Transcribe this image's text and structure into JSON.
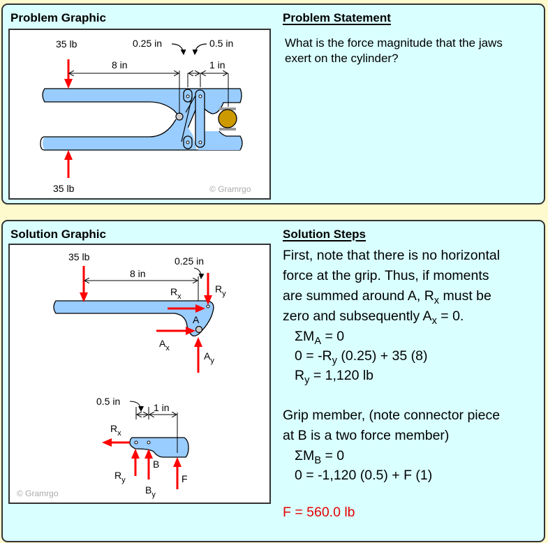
{
  "problem": {
    "graphic_title": "Problem Graphic",
    "statement_title": "Problem Statement",
    "statement_text": "What is the force magnitude that the jaws exert on the cylinder?",
    "watermark": "© Gramrgo",
    "labels": {
      "force_top": "35 lb",
      "force_bottom": "35 lb",
      "dim_8": "8 in",
      "dim_025": "0.25 in",
      "dim_05": "0.5 in",
      "dim_1": "1 in"
    }
  },
  "solution": {
    "graphic_title": "Solution Graphic",
    "steps_title": "Solution Steps",
    "watermark": "© Gramrgo",
    "fbd1": {
      "force": "35 lb",
      "dim_8": "8 in",
      "dim_025": "0.25 in",
      "R": "R",
      "x": "x",
      "y": "y",
      "A": "A"
    },
    "fbd2": {
      "dim_05": "0.5 in",
      "dim_1": "1 in",
      "R": "R",
      "B": "B",
      "F": "F",
      "x": "x",
      "y": "y"
    },
    "steps": {
      "p1_line1": "First, note that there is no horizontal",
      "p1_line2": "force at the grip. Thus, if moments",
      "p1_line3a": "are summed around A, R",
      "p1_line3sub": "x",
      "p1_line3b": " must be",
      "p1_line4a": "zero and subsequently A",
      "p1_line4sub": "x",
      "p1_line4b": " = 0.",
      "eq1a": "ΣM",
      "eq1sub": "A",
      "eq1b": " = 0",
      "eq2a": "0 = -R",
      "eq2sub": "y",
      "eq2b": " (0.25) + 35 (8)",
      "eq3a": "R",
      "eq3sub": "y",
      "eq3b": " = 1,120 lb",
      "p2_line1": "Grip member, (note connector piece",
      "p2_line2": "at B is a two force member)",
      "eq4a": "ΣM",
      "eq4sub": "B",
      "eq4b": " = 0",
      "eq5": "0 = -1,120 (0.5) + F (1)",
      "answer": "F = 560.0 lb"
    }
  },
  "colors": {
    "background": "#fffacd",
    "panel": "#d9ffff",
    "member": "#99ccff",
    "force": "#ff0000",
    "cylinder": "#cc9900",
    "answer": "#e60000"
  }
}
